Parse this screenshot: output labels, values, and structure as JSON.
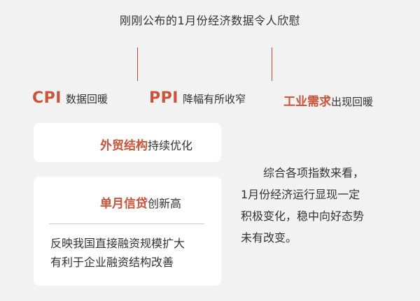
{
  "title": "刚刚公布的1月份经济数据令人欣慰",
  "categories": [
    {
      "key": "CPI",
      "label": "数据回暖"
    },
    {
      "key": "PPI",
      "label": "降幅有所收窄"
    },
    {
      "key": "工业需求",
      "label": "出现回暖"
    }
  ],
  "cards": {
    "trade": {
      "key": "外贸结构",
      "label": "持续优化"
    },
    "credit": {
      "key": "单月信贷",
      "label": "创新高",
      "body_lines": [
        "反映我国直接融资规模扩大",
        "有利于企业融资结构改善"
      ]
    }
  },
  "summary_lines": [
    "　　综合各项指数来看，",
    "1月份经济运行显现一定",
    "积极变化，稳中向好态势",
    "未有改变。"
  ],
  "colors": {
    "accent": "#c8543c",
    "line": "#b7473e",
    "background": "#f2f2f2",
    "card": "#ffffff"
  }
}
